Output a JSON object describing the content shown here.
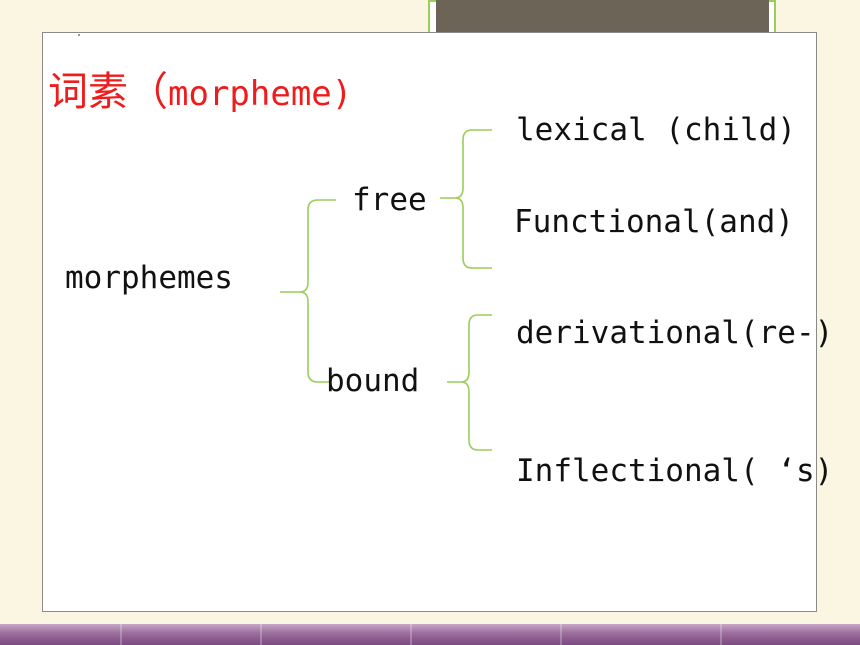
{
  "colors": {
    "heading": "#ee1c1c",
    "bracket": "#9acd5a",
    "background": "#fbf6e1",
    "title_box_fill": "#6b6457",
    "band": "#8d5d91"
  },
  "heading": {
    "chinese": "词素（",
    "english": "morpheme)"
  },
  "diagram": {
    "root": "morphemes",
    "branches": {
      "free": "free",
      "bound": "bound"
    },
    "leaves": {
      "lexical": "lexical (child)",
      "functional": "Functional(and)",
      "derivational": "derivational(re-)",
      "inflectional": "Inflectional( ‘s)"
    }
  }
}
